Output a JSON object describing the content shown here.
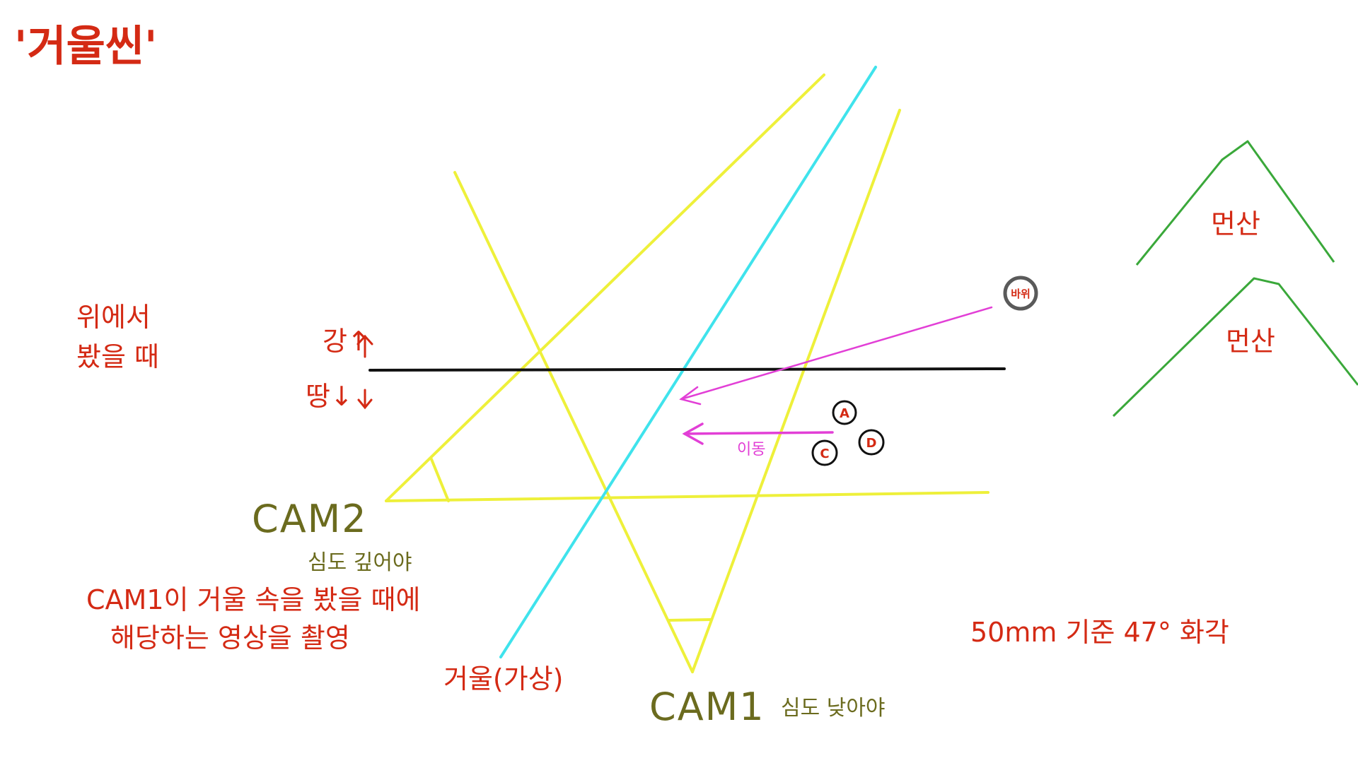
{
  "title": "'거울씬'",
  "labels": {
    "view_note_line1": "위에서",
    "view_note_line2": "봤을 때",
    "river": "강↑",
    "land": "땅↓",
    "cam2": "CAM2",
    "cam2_note": "심도 깊어야",
    "cam1": "CAM1",
    "cam1_note": "심도 낮아야",
    "mirror": "거울(가상)",
    "desc_line1": "CAM1이 거울 속을 봤을 때에",
    "desc_line2": "해당하는 영상을 촬영",
    "lens_note": "50mm 기준 47° 화각",
    "mountain_back": "먼산",
    "mountain_front": "먼산",
    "move": "이동"
  },
  "markers": [
    {
      "id": "rock",
      "label": "바위"
    },
    {
      "id": "a",
      "label": "A"
    },
    {
      "id": "c",
      "label": "C"
    },
    {
      "id": "d",
      "label": "D"
    }
  ],
  "colors": {
    "annotation_red": "#d42a14",
    "camera_olive": "#6b6b1e",
    "fov_yellow": "#eef03a",
    "mirror_cyan": "#3fe3ec",
    "motion_magenta": "#e23fd6",
    "mountain_green": "#3aa83a",
    "river_line": "#111111"
  }
}
